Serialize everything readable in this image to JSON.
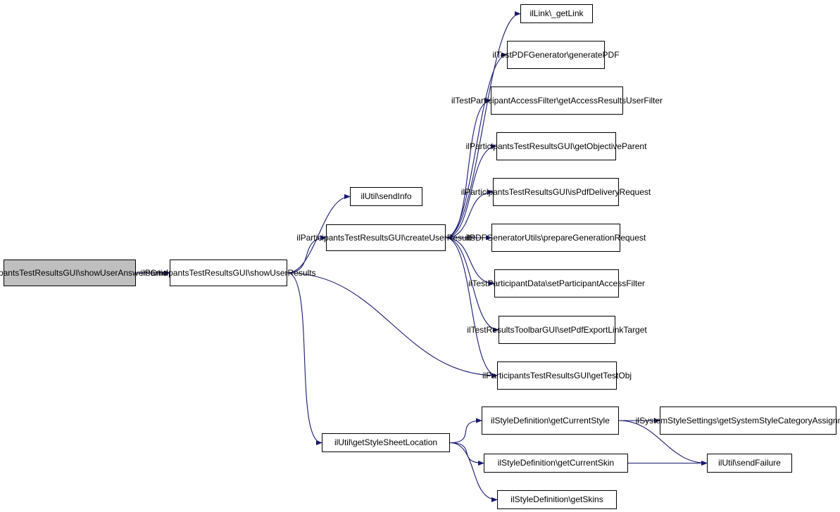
{
  "colors": {
    "edge": "#191970",
    "node_border": "#000000",
    "root_fill": "#bfbfbf"
  },
  "nodes": {
    "root": [
      "ilParticipantsTestResults",
      "GUI\\showUserAnswersCmd"
    ],
    "showUserResults": [
      "ilParticipantsTestResults",
      "GUI\\showUserResults"
    ],
    "sendInfo": [
      "ilUtil\\sendInfo"
    ],
    "createUserResults": [
      "ilParticipantsTestResults",
      "GUI\\createUserResults"
    ],
    "getLink": [
      "ilLink\\_getLink"
    ],
    "generatePDF": [
      "ilTestPDFGenerator",
      "\\generatePDF"
    ],
    "getAccessResultsUserFilter": [
      "ilTestParticipantAccessFilter",
      "\\getAccessResultsUserFilter"
    ],
    "getObjectiveParent": [
      "ilParticipantsTestResults",
      "GUI\\getObjectiveParent"
    ],
    "isPdfDeliveryRequest": [
      "ilParticipantsTestResults",
      "GUI\\isPdfDeliveryRequest"
    ],
    "prepareGenerationRequest": [
      "ilPDFGeneratorUtils",
      "\\prepareGenerationRequest"
    ],
    "setParticipantAccessFilter": [
      "ilTestParticipantData",
      "\\setParticipantAccessFilter"
    ],
    "setPdfExportLinkTarget": [
      "ilTestResultsToolbarGUI",
      "\\setPdfExportLinkTarget"
    ],
    "getTestObj": [
      "ilParticipantsTestResults",
      "GUI\\getTestObj"
    ],
    "getStyleSheetLocation": [
      "ilUtil\\getStyleSheetLocation"
    ],
    "getCurrentStyle": [
      "ilStyleDefinition\\getCurrent",
      "Style"
    ],
    "getSystemStyleCategoryAssignments": [
      "ilSystemStyleSettings",
      "\\getSystemStyleCategoryAssignments"
    ],
    "getCurrentSkin": [
      "ilStyleDefinition\\getCurrentSkin"
    ],
    "sendFailure": [
      "ilUtil\\sendFailure"
    ],
    "getSkins": [
      "ilStyleDefinition\\getSkins"
    ]
  },
  "edges": [
    [
      "root",
      "showUserResults"
    ],
    [
      "showUserResults",
      "sendInfo"
    ],
    [
      "showUserResults",
      "createUserResults"
    ],
    [
      "showUserResults",
      "getTestObj"
    ],
    [
      "showUserResults",
      "getStyleSheetLocation"
    ],
    [
      "createUserResults",
      "getLink"
    ],
    [
      "createUserResults",
      "generatePDF"
    ],
    [
      "createUserResults",
      "getAccessResultsUserFilter"
    ],
    [
      "createUserResults",
      "getObjectiveParent"
    ],
    [
      "createUserResults",
      "isPdfDeliveryRequest"
    ],
    [
      "createUserResults",
      "prepareGenerationRequest"
    ],
    [
      "createUserResults",
      "setParticipantAccessFilter"
    ],
    [
      "createUserResults",
      "setPdfExportLinkTarget"
    ],
    [
      "createUserResults",
      "getTestObj"
    ],
    [
      "getStyleSheetLocation",
      "getCurrentStyle"
    ],
    [
      "getStyleSheetLocation",
      "getCurrentSkin"
    ],
    [
      "getStyleSheetLocation",
      "getSkins"
    ],
    [
      "getCurrentStyle",
      "getSystemStyleCategoryAssignments"
    ],
    [
      "getCurrentStyle",
      "sendFailure"
    ],
    [
      "getCurrentSkin",
      "sendFailure"
    ]
  ]
}
